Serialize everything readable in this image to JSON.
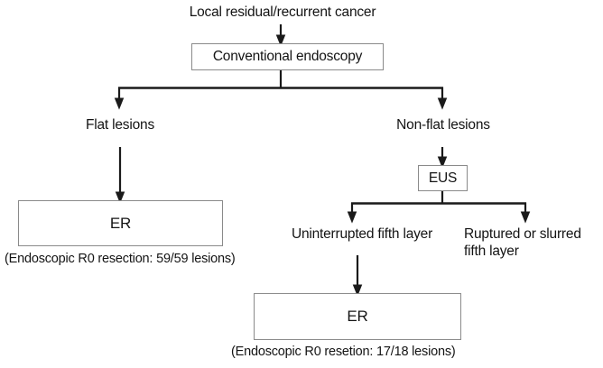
{
  "diagram": {
    "title": "Local residual/recurrent cancer",
    "nodes": {
      "root_label": "Local residual/recurrent cancer",
      "conventional_endoscopy": "Conventional endoscopy",
      "flat_lesions": "Flat lesions",
      "non_flat_lesions": "Non-flat lesions",
      "eus": "EUS",
      "er_left": "ER",
      "er_bottom": "ER",
      "uninterrupted_fifth_layer": "Uninterrupted fifth layer",
      "ruptured_fifth_layer_line1": "Ruptured or slurred",
      "ruptured_fifth_layer_line2": "fifth layer"
    },
    "captions": {
      "er_left_caption": "(Endoscopic R0 resection: 59/59 lesions)",
      "er_bottom_caption": "(Endoscopic R0 resetion: 17/18 lesions)"
    },
    "colors": {
      "background": "#ffffff",
      "text": "#141414",
      "box_border": "#8a8a8a",
      "connector": "#1a1a1a"
    }
  }
}
